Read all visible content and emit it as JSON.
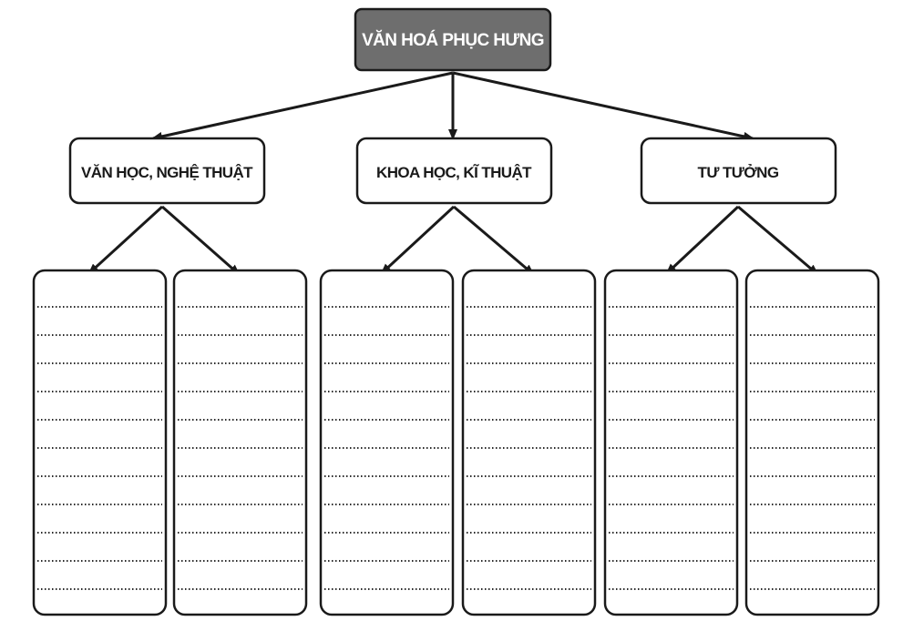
{
  "root": {
    "label": "VĂN HOÁ PHỤC HƯNG",
    "fill": "#6e6e6e",
    "text_color": "#ffffff"
  },
  "categories": [
    {
      "label": "VĂN HỌC, NGHỆ THUẬT"
    },
    {
      "label": "KHOA HỌC, KĨ THUẬT"
    },
    {
      "label": "TƯ TƯỞNG"
    }
  ],
  "colors": {
    "stroke": "#1a1a1a",
    "dots": "#2a2a2a",
    "box_fill": "#ffffff"
  }
}
